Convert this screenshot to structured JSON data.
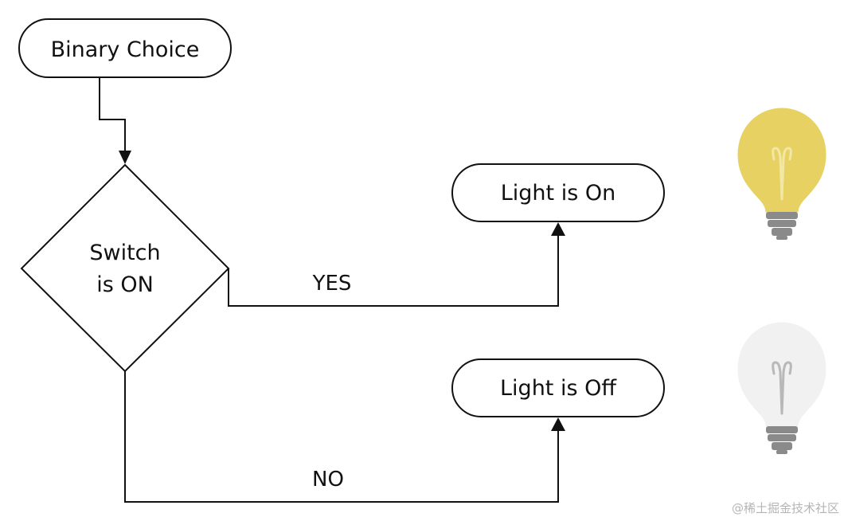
{
  "diagram": {
    "start_node": "Binary Choice",
    "decision": {
      "line1": "Switch",
      "line2": "is ON"
    },
    "yes_label": "YES",
    "no_label": "NO",
    "on_node": "Light is On",
    "off_node": "Light is Off"
  },
  "icons": {
    "bulb_on": {
      "name": "lightbulb-on-icon",
      "color": "#e6d162"
    },
    "bulb_off": {
      "name": "lightbulb-off-icon",
      "color": "#f1f1f1"
    }
  },
  "watermark": "@稀土掘金技术社区"
}
